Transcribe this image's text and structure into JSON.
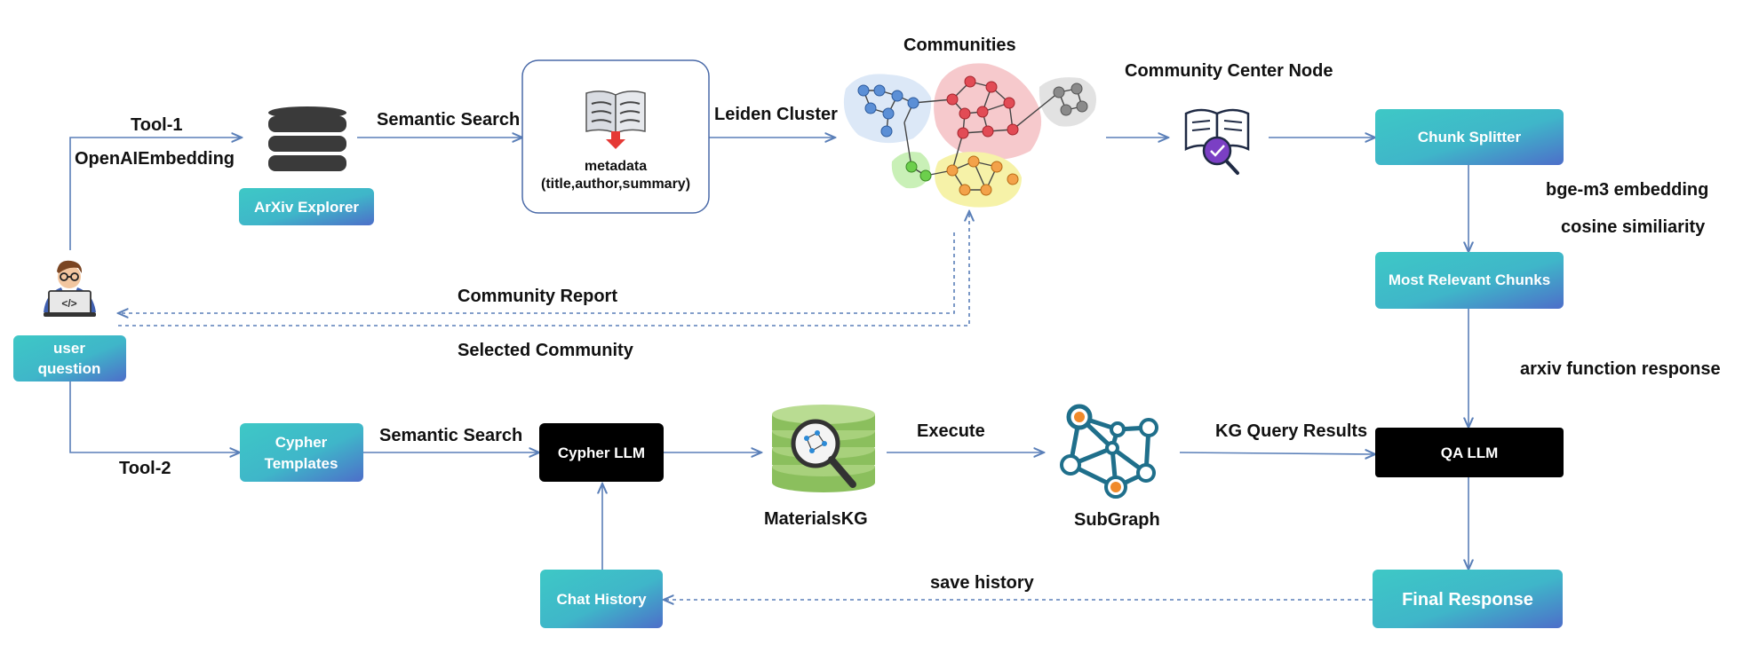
{
  "labels": {
    "tool1": "Tool-1",
    "openai_embedding": "OpenAIEmbedding",
    "semantic_search_top": "Semantic Search",
    "leiden_cluster": "Leiden Cluster",
    "communities": "Communities",
    "community_center_node": "Community Center Node",
    "bge_embedding": "bge-m3 embedding",
    "cosine_similarity": "cosine similiarity",
    "community_report": "Community Report",
    "selected_community": "Selected Community",
    "arxiv_function_response": "arxiv function response",
    "tool2": "Tool-2",
    "semantic_search_bottom": "Semantic Search",
    "execute": "Execute",
    "kg_query_results": "KG Query Results",
    "save_history": "save history",
    "materials_kg": "MaterialsKG",
    "subgraph": "SubGraph"
  },
  "metadata_box": {
    "line1": "metadata",
    "line2": "(title,author,summary)"
  },
  "boxes": {
    "arxiv_explorer": "ArXiv Explorer",
    "user_question_1": "user",
    "user_question_2": "question",
    "cypher_templates_1": "Cypher",
    "cypher_templates_2": "Templates",
    "cypher_llm": "Cypher LLM",
    "chunk_splitter": "Chunk Splitter",
    "most_relevant_chunks": "Most Relevant Chunks",
    "qa_llm": "QA LLM",
    "chat_history": "Chat History",
    "final_response": "Final Response"
  },
  "colors": {
    "teal_gradient_start": "#3fc6c6",
    "teal_gradient_end": "#4a6fc8",
    "dark_box": "#000000",
    "arrow": "#5a7fb8",
    "cluster_blue": "#dce8f7",
    "cluster_red": "#f6c9cc",
    "cluster_gray": "#e2e2e2",
    "cluster_green": "#c9f0b7",
    "cluster_yellow": "#f6f2a8"
  },
  "icons": [
    "database-icon",
    "book-icon",
    "user-laptop-icon",
    "document-search-icon",
    "kg-database-search-icon",
    "subgraph-icon",
    "community-graph-icon"
  ]
}
